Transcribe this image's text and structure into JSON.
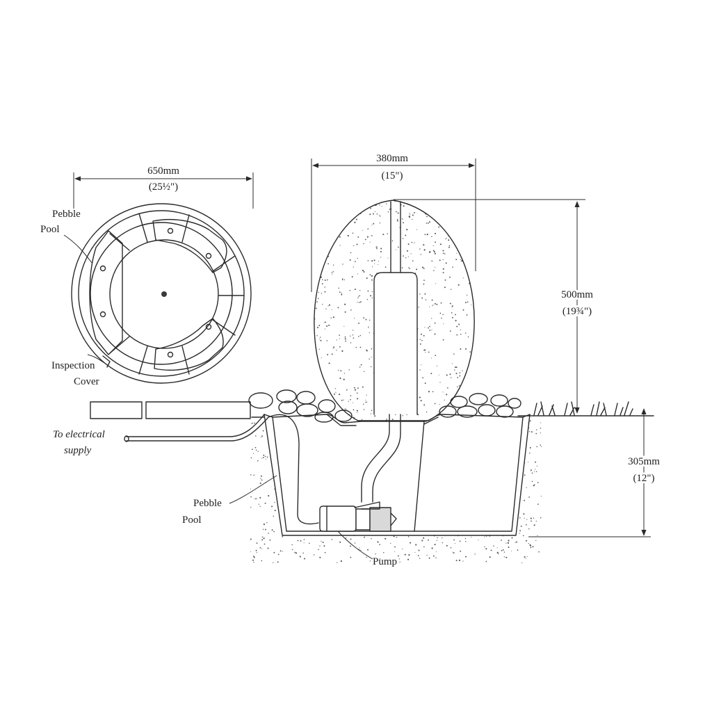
{
  "top_view": {
    "dimension_mm": "650mm",
    "dimension_in": "(25½\")",
    "label_pebble_1": "Pebble",
    "label_pebble_2": "Pool",
    "label_inspection_1": "Inspection",
    "label_inspection_2": "Cover"
  },
  "side_view": {
    "width_mm": "380mm",
    "width_in": "(15\")",
    "height_mm": "500mm",
    "height_in": "(19¾\")",
    "depth_mm": "305mm",
    "depth_in": "(12\")",
    "label_electrical_1": "To electrical",
    "label_electrical_2": "supply",
    "label_pebble_1": "Pebble",
    "label_pebble_2": "Pool",
    "label_pump": "Pump"
  }
}
